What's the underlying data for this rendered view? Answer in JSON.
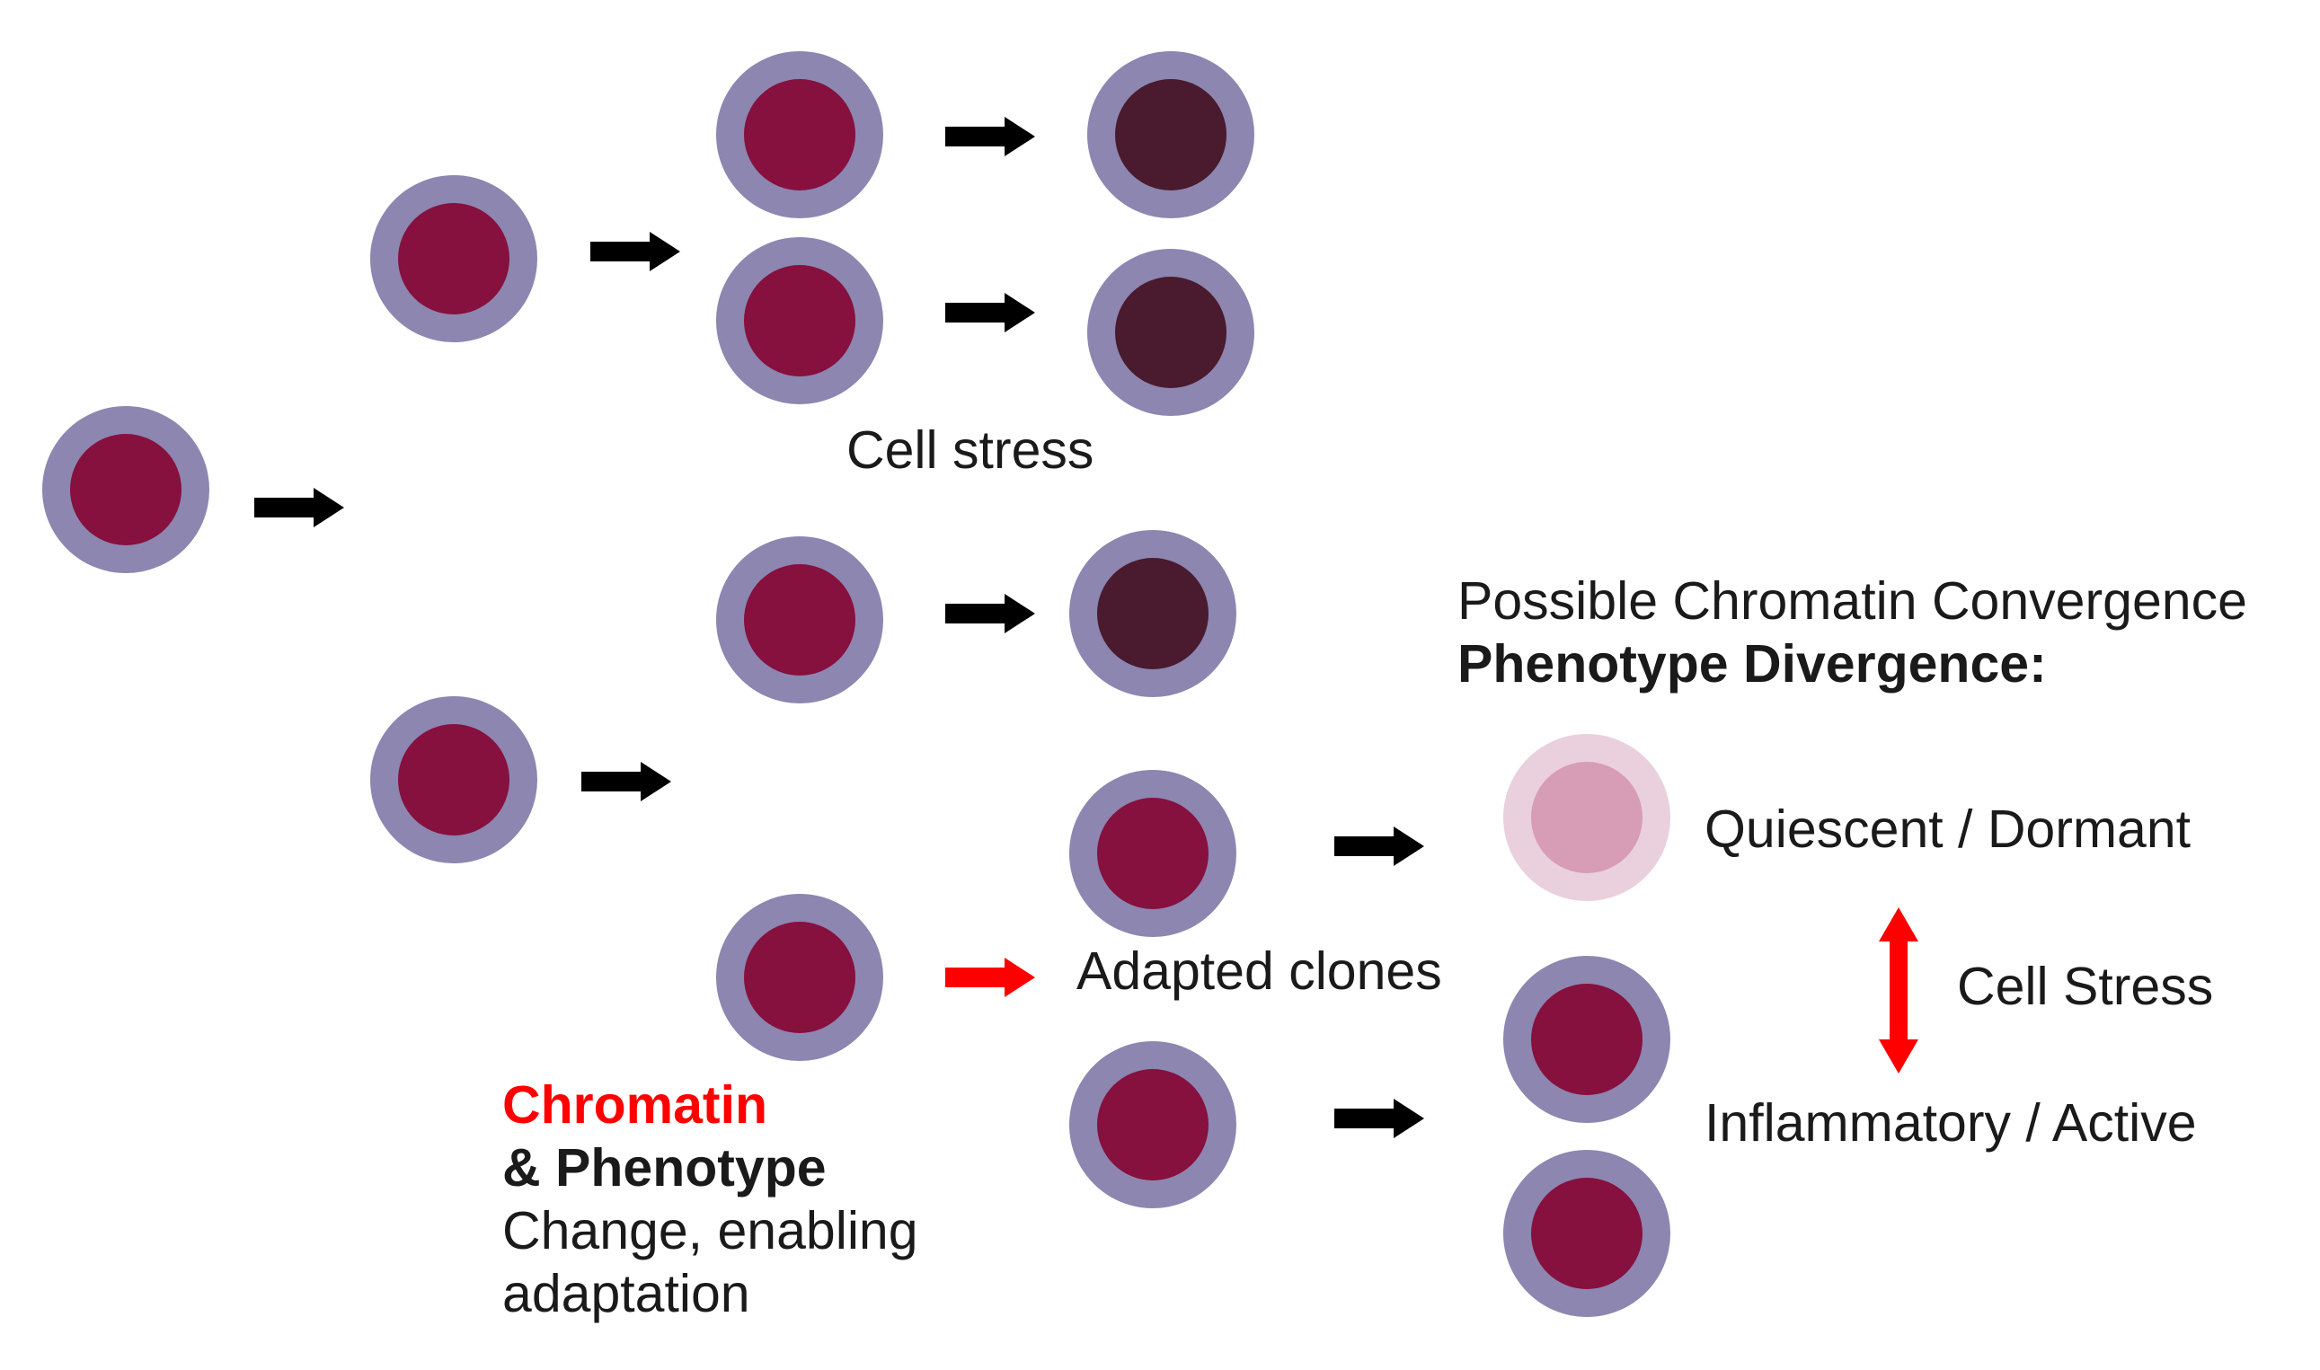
{
  "colors": {
    "membrane": "#8c86b0",
    "nucleus_normal": "#86103e",
    "nucleus_stressed": "#4a1a2e",
    "membrane_faded": "#ead0dc",
    "nucleus_faded": "#d79cb6",
    "arrow_black": "#000000",
    "arrow_red": "#ff0000",
    "text_dark": "#1a1a1a",
    "text_accent": "#ff0000"
  },
  "cell_states": {
    "normal": "normal-cell",
    "stressed": "stressed-cell",
    "quiescent": "quiescent-cell"
  },
  "labels": {
    "cell_stress": "Cell stress",
    "convergence_line1": "Possible Chromatin Convergence",
    "convergence_line2": "Phenotype Divergence:",
    "quiescent": "Quiescent / Dormant",
    "cell_stress_switch": "Cell Stress",
    "inflammatory": "Inflammatory / Active",
    "adapted_clones": "Adapted clones",
    "chromatin": "Chromatin",
    "phenotype": "& Phenotype",
    "change_line1": "Change, enabling",
    "change_line2": "adaptation"
  }
}
